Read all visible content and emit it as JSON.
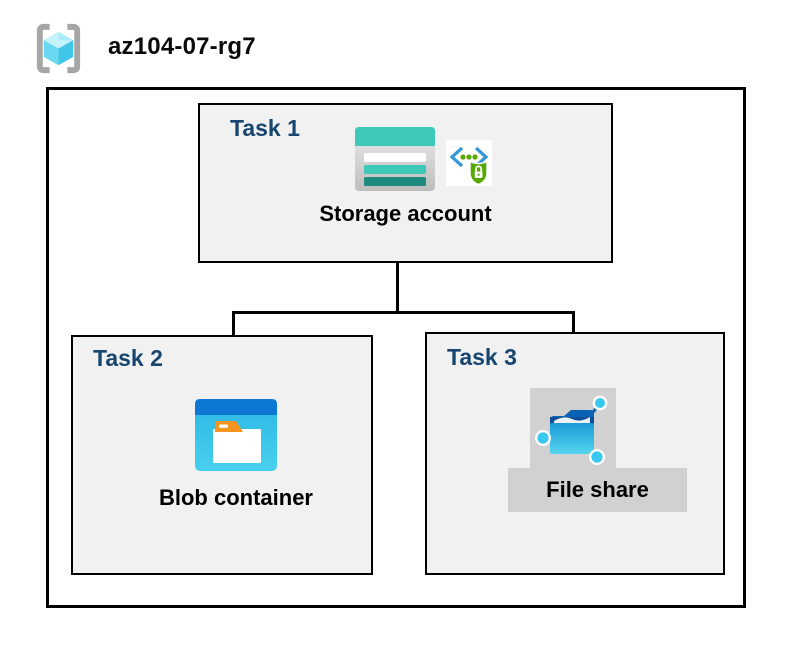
{
  "header": {
    "title": "az104-07-rg7",
    "icon": "resource-group-icon"
  },
  "tasks": [
    {
      "label": "Task 1",
      "resource": "Storage account",
      "icons": [
        "storage-account-icon",
        "sas-lock-icon"
      ]
    },
    {
      "label": "Task 2",
      "resource": "Blob container",
      "icons": [
        "blob-container-icon"
      ]
    },
    {
      "label": "Task 3",
      "resource": "File share",
      "icons": [
        "file-share-icon"
      ]
    }
  ],
  "colors": {
    "task_label_blue": "#17466f",
    "task_box_background": "#f1f1f1",
    "border_black": "#000000",
    "highlight_gray": "#d1d1d1",
    "storage_teal": "#3ec8b8",
    "storage_teal_dark": "#1f8a7e",
    "sas_bracket_blue": "#3596d8",
    "sas_green": "#57a802",
    "blob_top_blue": "#0c78d4",
    "blob_body_cyan": "#35c2ea",
    "folder_tab_orange": "#f5941e",
    "fileshare_dark_blue": "#0a4f9b",
    "fileshare_body_blue": "#1b9ad6",
    "node_cyan": "#38c8f0",
    "rg_bracket_gray": "#a6a6a6",
    "rg_cube_light": "#c6f2fb",
    "rg_cube_mid": "#69d8f1",
    "rg_cube_dark": "#41c6e8"
  }
}
